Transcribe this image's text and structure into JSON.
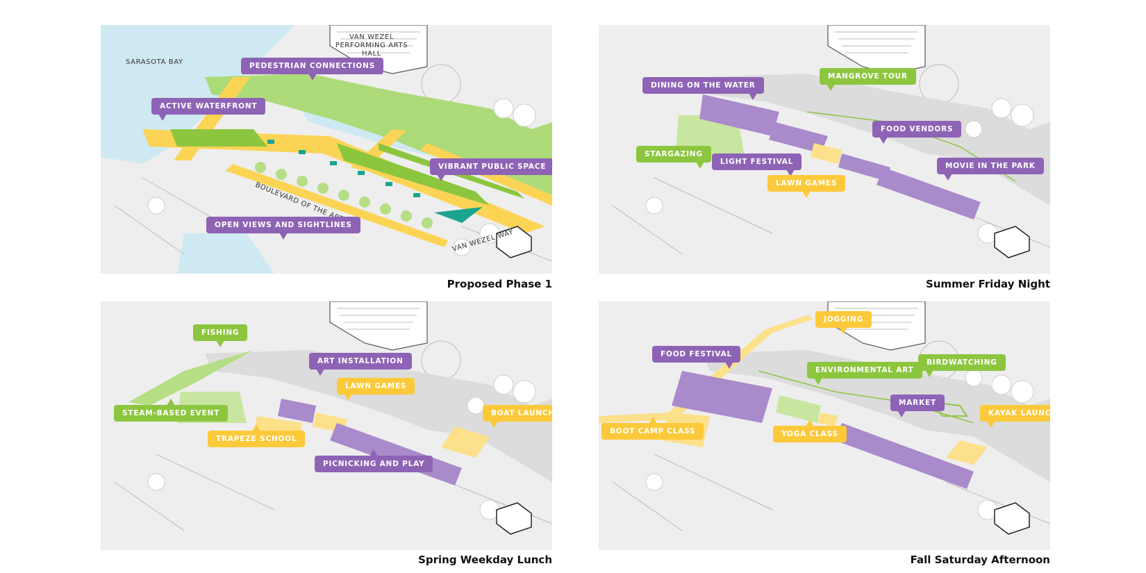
{
  "panels": [
    {
      "caption": "Proposed Phase 1",
      "map_labels": {
        "bay": "SARASOTA BAY",
        "hall": "VAN WEZEL PERFORMING ARTS HALL",
        "boulevard": "BOULEVARD OF THE ARTS",
        "way": "VAN WEZEL WAY"
      },
      "callouts": [
        {
          "text": "PEDESTRIAN CONNECTIONS",
          "color": "purple"
        },
        {
          "text": "ACTIVE WATERFRONT",
          "color": "purple"
        },
        {
          "text": "VIBRANT PUBLIC SPACE",
          "color": "purple"
        },
        {
          "text": "OPEN VIEWS AND SIGHTLINES",
          "color": "purple"
        }
      ]
    },
    {
      "caption": "Summer Friday Night",
      "callouts": [
        {
          "text": "DINING ON THE WATER",
          "color": "purple"
        },
        {
          "text": "MANGROVE TOUR",
          "color": "green"
        },
        {
          "text": "FOOD VENDORS",
          "color": "purple"
        },
        {
          "text": "STARGAZING",
          "color": "green"
        },
        {
          "text": "LIGHT FESTIVAL",
          "color": "purple"
        },
        {
          "text": "MOVIE IN THE PARK",
          "color": "purple"
        },
        {
          "text": "LAWN GAMES",
          "color": "yellow"
        }
      ]
    },
    {
      "caption": "Spring Weekday Lunch",
      "callouts": [
        {
          "text": "FISHING",
          "color": "green"
        },
        {
          "text": "ART INSTALLATION",
          "color": "purple"
        },
        {
          "text": "LAWN GAMES",
          "color": "yellow"
        },
        {
          "text": "BOAT LAUNCH",
          "color": "yellow"
        },
        {
          "text": "STEAM-BASED EVENT",
          "color": "green"
        },
        {
          "text": "TRAPEZE SCHOOL",
          "color": "yellow"
        },
        {
          "text": "PICNICKING AND PLAY",
          "color": "purple"
        }
      ]
    },
    {
      "caption": "Fall Saturday Afternoon",
      "callouts": [
        {
          "text": "JOGGING",
          "color": "yellow"
        },
        {
          "text": "FOOD FESTIVAL",
          "color": "purple"
        },
        {
          "text": "ENVIRONMENTAL ART",
          "color": "green"
        },
        {
          "text": "BIRDWATCHING",
          "color": "green"
        },
        {
          "text": "MARKET",
          "color": "purple"
        },
        {
          "text": "KAYAK LAUNCH",
          "color": "yellow"
        },
        {
          "text": "BOOT CAMP CLASS",
          "color": "yellow"
        },
        {
          "text": "YOGA CLASS",
          "color": "yellow"
        }
      ]
    }
  ],
  "colors": {
    "purple": "#8e63b5",
    "green": "#8cc63f",
    "yellow": "#fcc93a",
    "water": "#cfe9f2",
    "base": "#eeeeee"
  }
}
